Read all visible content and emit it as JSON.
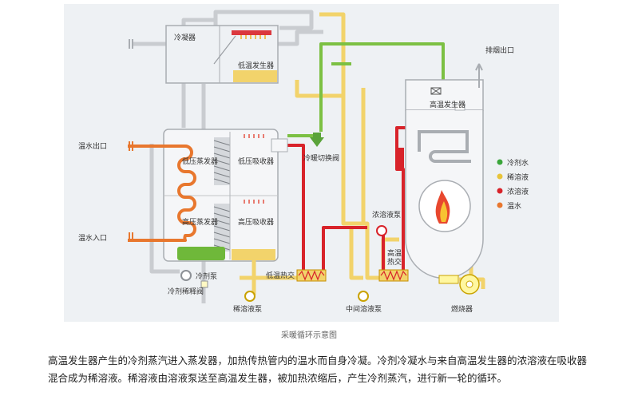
{
  "diagram": {
    "labels": {
      "condenser": "冷凝器",
      "low_temp_generator": "低温发生器",
      "low_pressure_evaporator": "低压蒸发器",
      "low_pressure_absorber": "低压吸收器",
      "high_pressure_evaporator": "高压蒸发器",
      "high_pressure_absorber": "高压吸收器",
      "refrigerant_pump": "冷剂泵",
      "refrigerant_dilution_valve": "冷剂稀释阀",
      "hot_water_outlet": "温水出口",
      "hot_water_inlet": "温水入口",
      "cool_heat_switch_valve": "冷暖切换阀",
      "low_temp_heat_exchanger": "低温热交",
      "dilute_solution_pump": "稀溶液泵",
      "intermediate_solution_pump": "中间溶液泵",
      "concentrated_solution_pump": "浓溶液泵",
      "high_temp_heat_exchanger_1": "高温",
      "high_temp_heat_exchanger_2": "热交",
      "high_temp_generator": "高温发生器",
      "exhaust_outlet": "排烟出口",
      "burner": "燃烧器"
    },
    "legend": [
      {
        "label": "冷剂水",
        "color": "#3aa63a"
      },
      {
        "label": "稀溶液",
        "color": "#e8c43a"
      },
      {
        "label": "浓溶液",
        "color": "#d8232a"
      },
      {
        "label": "温水",
        "color": "#e8772e"
      }
    ],
    "colors": {
      "refrigerant": "#7cc043",
      "dilute": "#f2d36b",
      "concentrated": "#d8232a",
      "hot_water": "#e8772e",
      "vapor": "#c8c8c8",
      "background": "#eef1f4"
    }
  },
  "caption": "采暖循环示意图",
  "description": [
    "高温发生器产生的冷剂蒸汽进入蒸发器，加热传热管内的温水而自身冷凝。冷剂冷凝水与来自高温发生器的浓溶液在吸收器",
    "混合成为稀溶液。稀溶液由溶液泵送至高温发生器，被加热浓缩后，产生冷剂蒸汽，进行新一轮的循环。"
  ]
}
